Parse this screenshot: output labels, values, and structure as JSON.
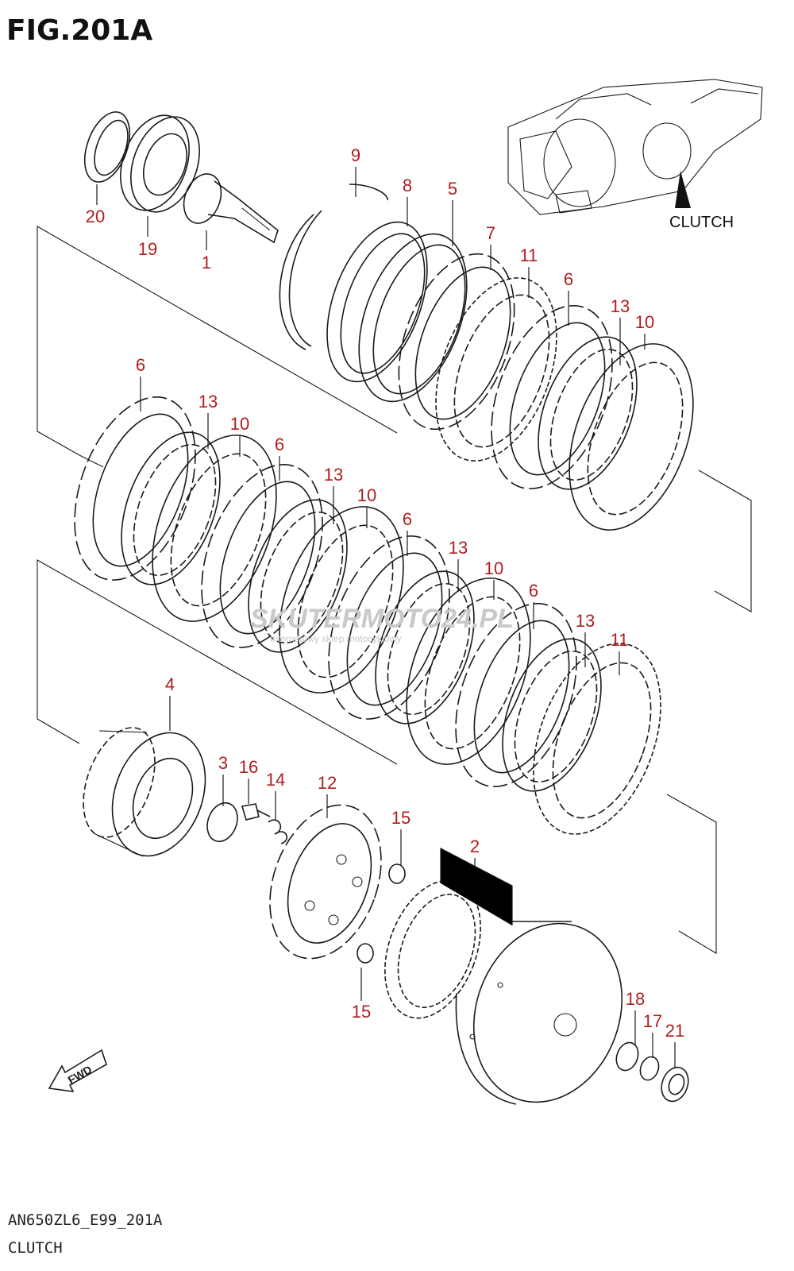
{
  "figure": {
    "title": "FIG.201A",
    "code": "AN650ZL6_E99_201A",
    "name": "CLUTCH"
  },
  "inset": {
    "label": "CLUTCH"
  },
  "watermark": {
    "text": "SKUTERMOTO24.PL",
    "subtext": "Internetowy sklep motocyklowy"
  },
  "fwd_label": "FWD",
  "callouts": [
    {
      "id": "c20",
      "number": "20"
    },
    {
      "id": "c19",
      "number": "19"
    },
    {
      "id": "c1",
      "number": "1"
    },
    {
      "id": "c9",
      "number": "9"
    },
    {
      "id": "c8",
      "number": "8"
    },
    {
      "id": "c5",
      "number": "5"
    },
    {
      "id": "c7",
      "number": "7"
    },
    {
      "id": "c11a",
      "number": "11"
    },
    {
      "id": "c6a",
      "number": "6"
    },
    {
      "id": "c13a",
      "number": "13"
    },
    {
      "id": "c10a",
      "number": "10"
    },
    {
      "id": "c6b",
      "number": "6"
    },
    {
      "id": "c13b",
      "number": "13"
    },
    {
      "id": "c10b",
      "number": "10"
    },
    {
      "id": "c6c",
      "number": "6"
    },
    {
      "id": "c13c",
      "number": "13"
    },
    {
      "id": "c10c",
      "number": "10"
    },
    {
      "id": "c6d",
      "number": "6"
    },
    {
      "id": "c13d",
      "number": "13"
    },
    {
      "id": "c10d",
      "number": "10"
    },
    {
      "id": "c6e",
      "number": "6"
    },
    {
      "id": "c13e",
      "number": "13"
    },
    {
      "id": "c11b",
      "number": "11"
    },
    {
      "id": "c4",
      "number": "4"
    },
    {
      "id": "c3",
      "number": "3"
    },
    {
      "id": "c16",
      "number": "16"
    },
    {
      "id": "c14",
      "number": "14"
    },
    {
      "id": "c12",
      "number": "12"
    },
    {
      "id": "c15a",
      "number": "15"
    },
    {
      "id": "c2",
      "number": "2"
    },
    {
      "id": "c15b",
      "number": "15"
    },
    {
      "id": "c18",
      "number": "18"
    },
    {
      "id": "c17",
      "number": "17"
    },
    {
      "id": "c21",
      "number": "21"
    }
  ]
}
